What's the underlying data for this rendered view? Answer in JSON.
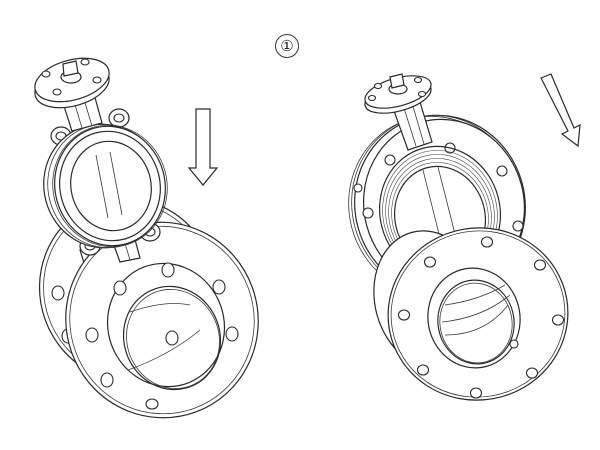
{
  "figure": {
    "step_marker": "①",
    "type": "technical line drawing",
    "subject": "butterfly valve installation between pipe flanges",
    "left_illustration": {
      "description": "wafer butterfly valve being lowered vertically between two pipe flanges",
      "arrow_direction": "down"
    },
    "right_illustration": {
      "description": "flange being moved onto valve body along diagonal direction",
      "arrow_direction": "down-right"
    },
    "colors": {
      "line": "#2a2a2a",
      "background": "#ffffff"
    }
  }
}
